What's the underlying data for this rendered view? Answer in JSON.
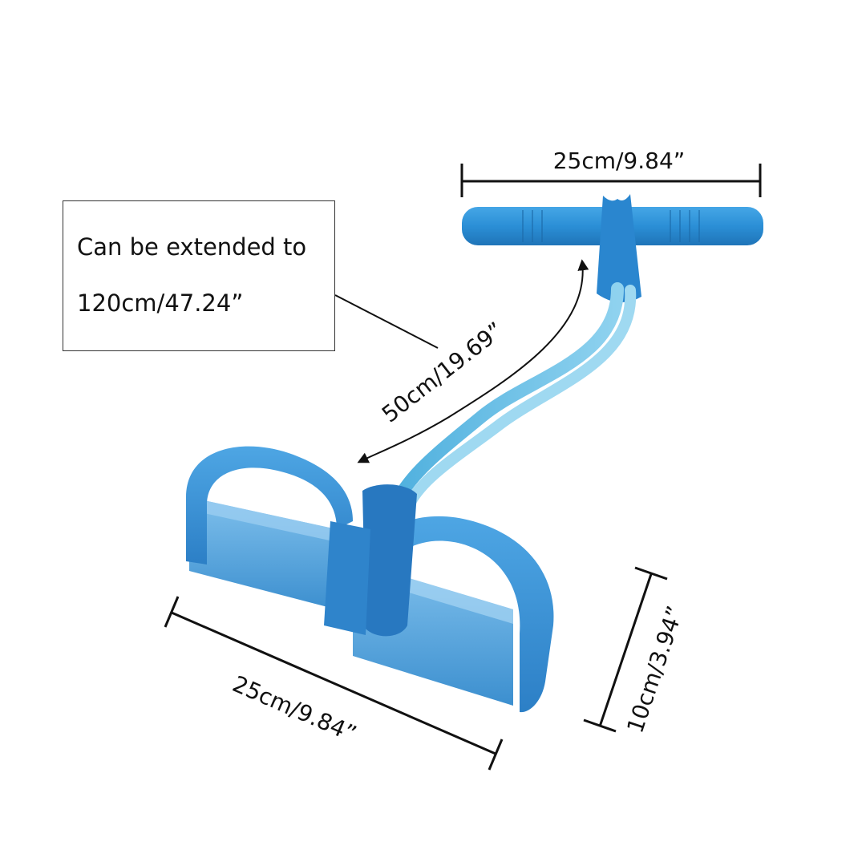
{
  "callout": {
    "line1": "Can be extended to",
    "line2": "120cm/47.24”"
  },
  "dimensions": {
    "handle_width": "25cm/9.84”",
    "band_length": "50cm/19.69”",
    "pedal_width": "25cm/9.84”",
    "pedal_height": "10cm/3.94”"
  },
  "colors": {
    "handle_blue": "#2b8fd6",
    "band_light_blue": "#5bb8e0",
    "pedal_blue": "#3a8fd2",
    "dimension_line": "#111111"
  }
}
